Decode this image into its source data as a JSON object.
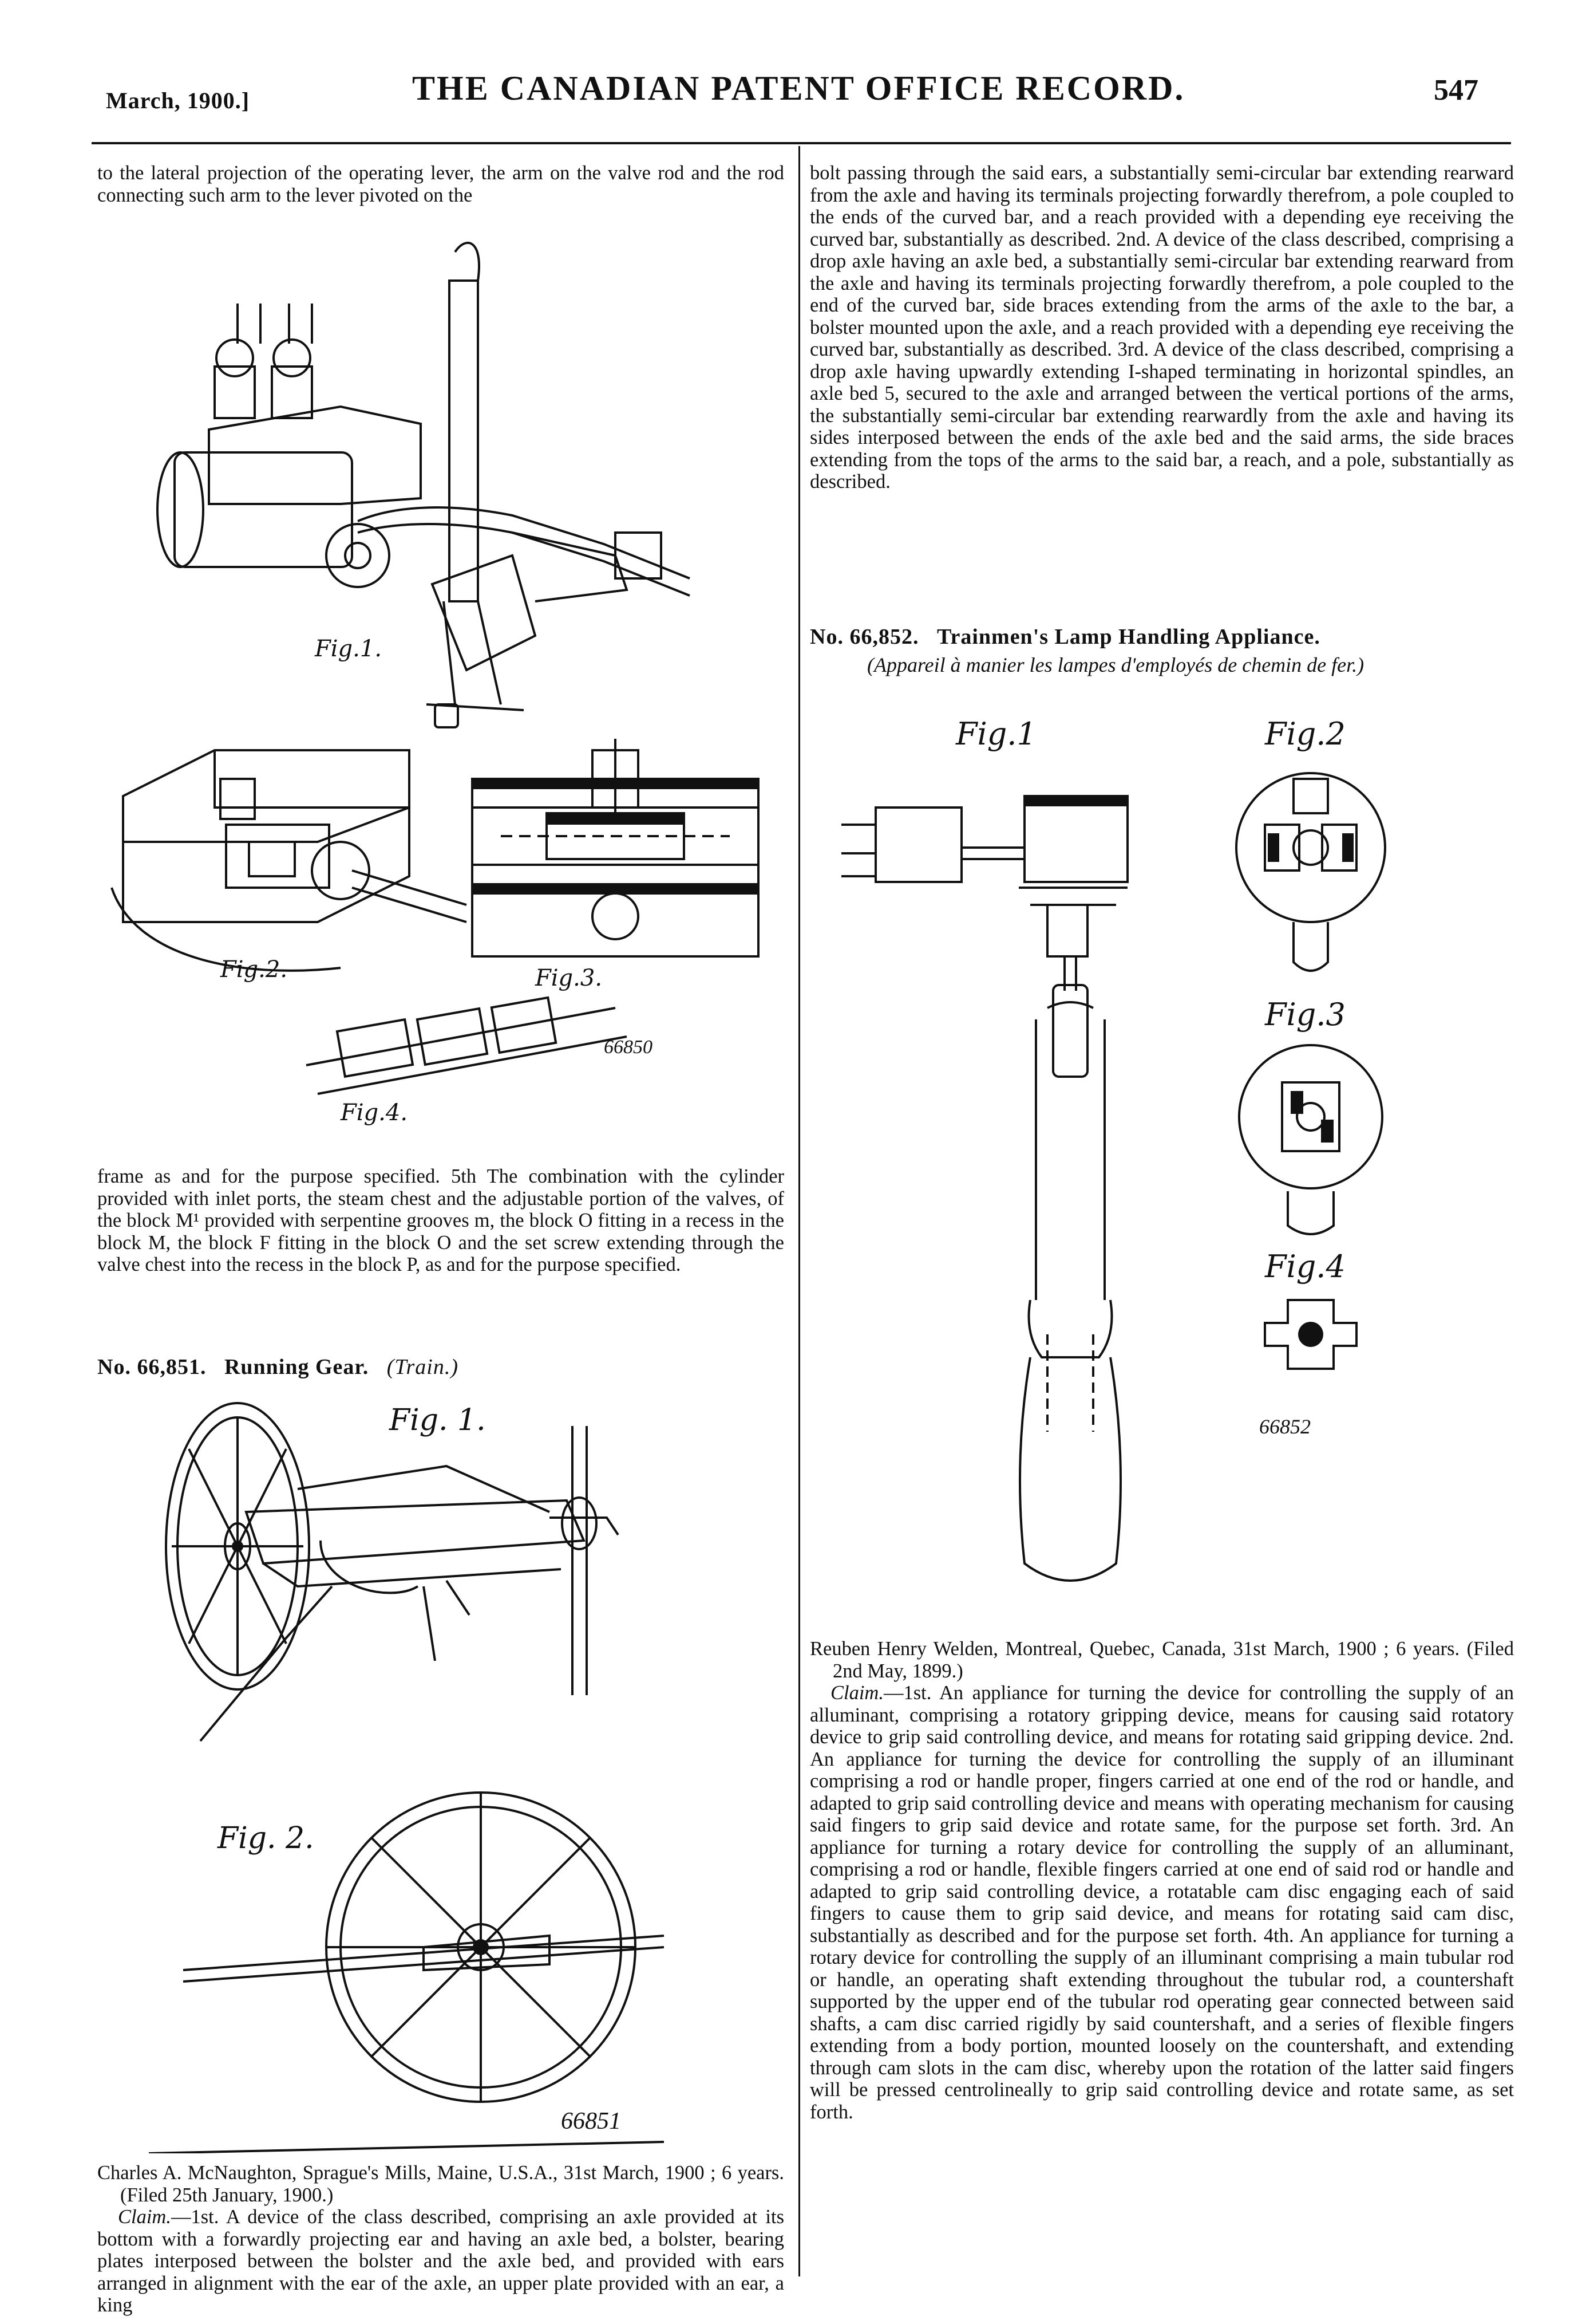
{
  "header": {
    "date": "March, 1900.]",
    "title": "THE CANADIAN PATENT OFFICE RECORD.",
    "page_number": "547"
  },
  "left_column": {
    "top_text": "to the lateral projection of the operating lever, the arm on the valve rod and the rod connecting such arm to the lever pivoted on the",
    "figure_66850": {
      "fig1_label": "Fig.1.",
      "fig2_label": "Fig.2.",
      "fig3_label": "Fig.3.",
      "fig4_label": "Fig.4.",
      "patent_number": "66850"
    },
    "continuation_text": "frame as and for the purpose specified. 5th The combination with the cylinder provided with inlet ports, the steam chest and the adjustable portion of the valves, of the block M¹ provided with serpentine grooves m, the block O fitting in a recess in the block M, the block F fitting in the block O and the set screw extending through the valve chest into the recess in the block P, as and for the purpose specified.",
    "patent_66851": {
      "number": "No. 66,851.",
      "title": "Running Gear.",
      "subtitle": "(Train.)",
      "fig1_label": "Fig. 1.",
      "fig2_label": "Fig. 2.",
      "patent_number": "66851",
      "inventor": "Charles A. McNaughton, Sprague's Mills, Maine, U.S.A., 31st March, 1900 ; 6 years. (Filed 25th January, 1900.)",
      "claim_label": "Claim.",
      "claim": "—1st. A device of the class described, comprising an axle provided at its bottom with a forwardly projecting ear and having an axle bed, a bolster, bearing plates interposed between the bolster and the axle bed, and provided with ears arranged in alignment with the ear of the axle, an upper plate provided with an ear, a king"
    }
  },
  "right_column": {
    "top_text": "bolt passing through the said ears, a substantially semi-circular bar extending rearward from the axle and having its terminals projecting forwardly therefrom, a pole coupled to the ends of the curved bar, and a reach provided with a depending eye receiving the curved bar, substantially as described. 2nd. A device of the class described, comprising a drop axle having an axle bed, a substantially semi-circular bar extending rearward from the axle and having its terminals projecting forwardly therefrom, a pole coupled to the end of the curved bar, side braces extending from the arms of the axle to the bar, a bolster mounted upon the axle, and a reach provided with a depending eye receiving the curved bar, substantially as described. 3rd. A device of the class described, comprising a drop axle having upwardly extending I-shaped terminating in horizontal spindles, an axle bed 5, secured to the axle and arranged between the vertical portions of the arms, the substantially semi-circular bar extending rearwardly from the axle and having its sides interposed between the ends of the axle bed and the said arms, the side braces extending from the tops of the arms to the said bar, a reach, and a pole, substantially as described.",
    "patent_66852": {
      "number": "No. 66,852.",
      "title": "Trainmen's Lamp Handling Appliance.",
      "subtitle": "(Appareil à manier les lampes d'employés de chemin de fer.)",
      "fig1_label": "Fig.1",
      "fig2_label": "Fig.2",
      "fig3_label": "Fig.3",
      "fig4_label": "Fig.4",
      "patent_number": "66852",
      "inventor": "Reuben Henry Welden, Montreal, Quebec, Canada, 31st March, 1900 ; 6 years. (Filed 2nd May, 1899.)",
      "claim_label": "Claim.",
      "claim": "—1st. An appliance for turning the device for controlling the supply of an alluminant, comprising a rotatory gripping device, means for causing said rotatory device to grip said controlling device, and means for rotating said gripping device. 2nd. An appliance for turning the device for controlling the supply of an illuminant comprising a rod or handle proper, fingers carried at one end of the rod or handle, and adapted to grip said controlling device and means with operating mechanism for causing said fingers to grip said device and rotate same, for the purpose set forth. 3rd. An appliance for turning a rotary device for controlling the supply of an alluminant, comprising a rod or handle, flexible fingers carried at one end of said rod or handle and adapted to grip said controlling device, a rotatable cam disc engaging each of said fingers to cause them to grip said device, and means for rotating said cam disc, substantially as described and for the purpose set forth. 4th. An appliance for turning a rotary device for controlling the supply of an illuminant comprising a main tubular rod or handle, an operating shaft extending throughout the tubular rod, a countershaft supported by the upper end of the tubular rod operating gear connected between said shafts, a cam disc carried rigidly by said countershaft, and a series of flexible fingers extending from a body portion, mounted loosely on the countershaft, and extending through cam slots in the cam disc, whereby upon the rotation of the latter said fingers will be pressed centrolineally to grip said controlling device and rotate same, as set forth."
    }
  }
}
